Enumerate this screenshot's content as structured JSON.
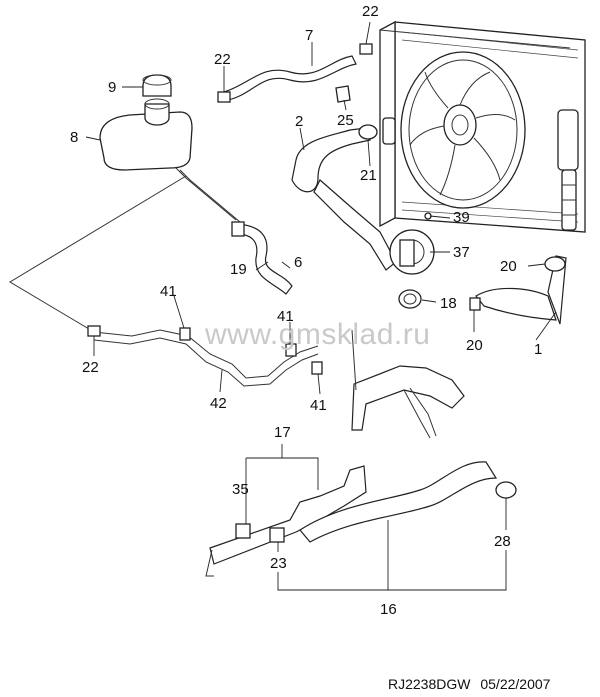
{
  "watermark": "www.gmsklad.ru",
  "footer": {
    "drawing_code": "RJ2238DGW",
    "date": "05/22/2007"
  },
  "callouts": {
    "c22_top": "22",
    "c7": "7",
    "c9": "9",
    "c22_res": "22",
    "c8": "8",
    "c2": "2",
    "c25": "25",
    "c21": "21",
    "c39": "39",
    "c37": "37",
    "c19": "19",
    "c6": "6",
    "c20_right": "20",
    "c18": "18",
    "c20_bottom": "20",
    "c1": "1",
    "c41_left": "41",
    "c41_mid": "41",
    "c41_low": "41",
    "c22_left": "22",
    "c42": "42",
    "c17": "17",
    "c35": "35",
    "c23": "23",
    "c28": "28",
    "c16": "16"
  }
}
